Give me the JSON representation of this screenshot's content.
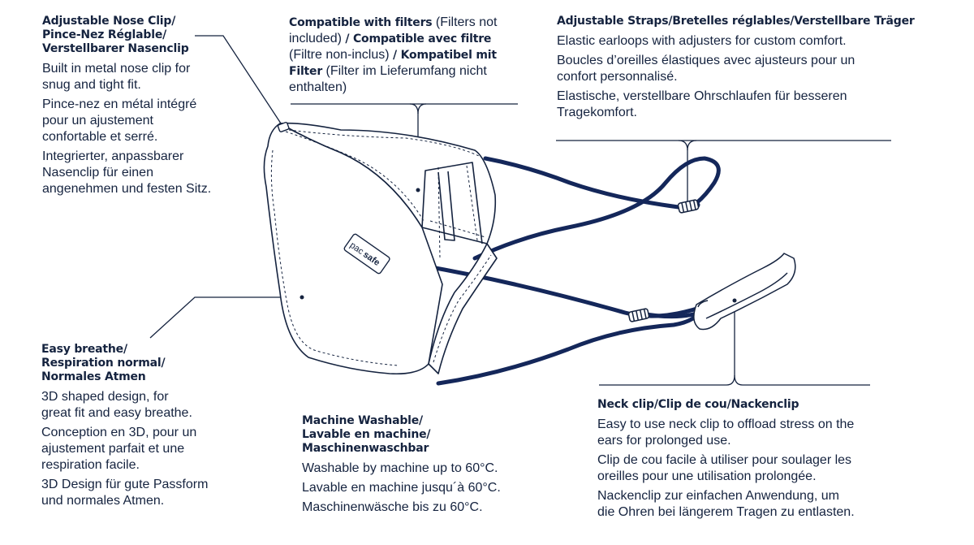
{
  "nose_clip": {
    "heading": [
      "Adjustable Nose Clip/",
      "Pince-Nez Réglable/",
      "Verstellbarer Nasenclip"
    ],
    "paragraphs": [
      [
        "Built in metal nose clip for",
        "snug and tight fit."
      ],
      [
        "Pince-nez en métal intégré",
        "pour un ajustement",
        "confortable et serré."
      ],
      [
        "Integrierter, anpassbarer",
        "Nasenclip für einen",
        "angenehmen und festen Sitz."
      ]
    ]
  },
  "filters": {
    "lines": [
      [
        {
          "b": "Compatible with filters"
        },
        {
          "t": " (Filters not"
        }
      ],
      [
        {
          "t": "included) "
        },
        {
          "b": "/ Compatible avec filtre"
        }
      ],
      [
        {
          "t": "(Filtre non-inclus) "
        },
        {
          "b": "/ Kompatibel mit"
        }
      ],
      [
        {
          "b": "Filter"
        },
        {
          "t": " (Filter im Lieferumfang nicht"
        }
      ],
      [
        {
          "t": "enthalten)"
        }
      ]
    ]
  },
  "straps": {
    "heading": [
      "Adjustable Straps/Bretelles réglables/Verstellbare Träger"
    ],
    "paragraphs": [
      [
        "Elastic earloops with adjusters for custom comfort."
      ],
      [
        "Boucles d’oreilles élastiques avec ajusteurs pour un",
        "confort personnalisé."
      ],
      [
        "Elastische, verstellbare Ohrschlaufen für besseren",
        "Tragekomfort."
      ]
    ]
  },
  "breathe": {
    "heading": [
      "Easy breathe/",
      "Respiration normal/",
      "Normales Atmen"
    ],
    "paragraphs": [
      [
        "3D shaped design, for",
        "great fit and easy breathe."
      ],
      [
        "Conception en 3D, pour un",
        "ajustement parfait et une",
        "respiration facile."
      ],
      [
        "3D Design für gute Passform",
        "und normales Atmen."
      ]
    ]
  },
  "washable": {
    "heading": [
      "Machine Washable/",
      "Lavable en machine/",
      "Maschinenwaschbar"
    ],
    "paragraphs": [
      [
        "Washable by machine up to 60°C."
      ],
      [
        "Lavable en machine jusqu´à 60°C."
      ],
      [
        "Maschinenwäsche bis zu 60°C."
      ]
    ]
  },
  "neck_clip": {
    "heading": [
      "Neck clip/Clip de cou/Nackenclip"
    ],
    "paragraphs": [
      [
        "Easy to use neck clip to offload stress on the",
        "ears for prolonged use."
      ],
      [
        "Clip de cou facile à utiliser pour soulager les",
        "oreilles pour une utilisation prolongée."
      ],
      [
        "Nackenclip zur einfachen Anwendung, um",
        "die Ohren bei längerem Tragen zu entlasten."
      ]
    ]
  },
  "brand": {
    "prefix": "pac",
    "suffix": "safe"
  },
  "colors": {
    "ink": "#15233f",
    "strap": "#14275a",
    "line": "#15233f"
  }
}
